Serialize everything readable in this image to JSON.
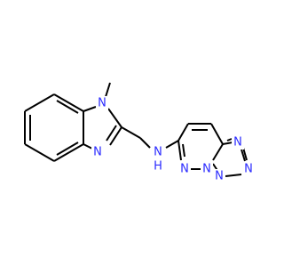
{
  "structure": {
    "colors": {
      "carbon_bond": "#000000",
      "nitrogen": "#2a2aff",
      "background": "#ffffff"
    },
    "atom_labels": {
      "methyl_carbon_text": "",
      "n_methyl": "N",
      "n_imidazole": "N",
      "amine": "N",
      "amine_h": "H",
      "n_pyridazine": "N",
      "n_bridge": "N",
      "n_tetrazole_1": "N",
      "n_tetrazole_2": "N",
      "n_tetrazole_3": "N"
    }
  }
}
